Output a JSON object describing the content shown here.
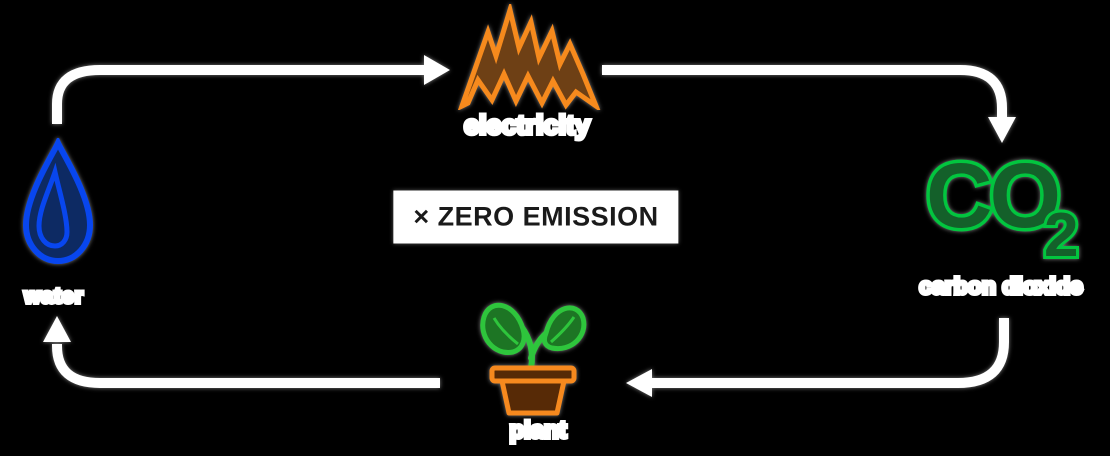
{
  "page": {
    "background": "#000000"
  },
  "badge": {
    "label": "× ZERO EMISSION",
    "bg": "#ffffff",
    "text_color": "#1a1a1a"
  },
  "cycle": {
    "arrow_color": "#ffffff",
    "label_color": "#ffffff",
    "direction": "clockwise: water → electricity → CO2 → plant → water",
    "nodes": {
      "water": {
        "label": "water",
        "fill": "#0d2a63",
        "outline": "#0846ee"
      },
      "electricity": {
        "label": "electricity",
        "fill": "#6e4015",
        "outline": "#f68a1d"
      },
      "co2": {
        "text": "CO",
        "subscript": "2",
        "label": "carbon dioxide",
        "fill": "#14602a",
        "outline": "#02c53f"
      },
      "plant": {
        "label": "plant",
        "leaf_fill": "#1d7524",
        "leaf_outline": "#2ec53c",
        "pot_fill": "#572a06",
        "pot_outline": "#f6891e"
      }
    }
  }
}
